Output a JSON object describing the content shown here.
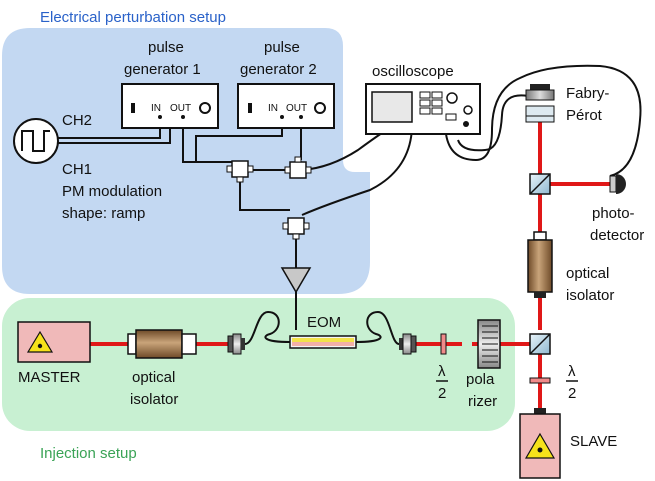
{
  "regions": {
    "electrical_title": "Electrical perturbation setup",
    "injection_title": "Injection setup"
  },
  "instruments": {
    "pulse_gen_1": {
      "line1": "pulse",
      "line2": "generator 1",
      "in_label": "IN",
      "out_label": "OUT"
    },
    "pulse_gen_2": {
      "line1": "pulse",
      "line2": "generator 2",
      "in_label": "IN",
      "out_label": "OUT"
    },
    "oscilloscope": "oscilloscope",
    "fabry_perot": {
      "line1": "Fabry-",
      "line2": "Pérot"
    },
    "photodetector": {
      "line1": "photo-",
      "line2": "detector"
    },
    "optical_isolator_right": {
      "line1": "optical",
      "line2": "isolator"
    },
    "optical_isolator_left": {
      "line1": "optical",
      "line2": "isolator"
    },
    "eom": "EOM",
    "master": "MASTER",
    "slave": "SLAVE",
    "polarizer": {
      "line1": "pola",
      "line2": "rizer"
    }
  },
  "signal_labels": {
    "ch2": "CH2",
    "ch1": "CH1",
    "pm_modulation": "PM modulation",
    "shape": "shape: ramp"
  },
  "waveplate": {
    "numerator": "λ",
    "denominator": "2"
  },
  "colors": {
    "electrical_bg": "#c3d8f2",
    "injection_bg": "#c8f0d2",
    "electrical_text": "#2a62c9",
    "injection_text": "#3aa356",
    "beam": "#e01818",
    "laser_box": "#f0b9b9",
    "laser_warning": "#f6e21a",
    "isolator_body": "#a9825a"
  }
}
